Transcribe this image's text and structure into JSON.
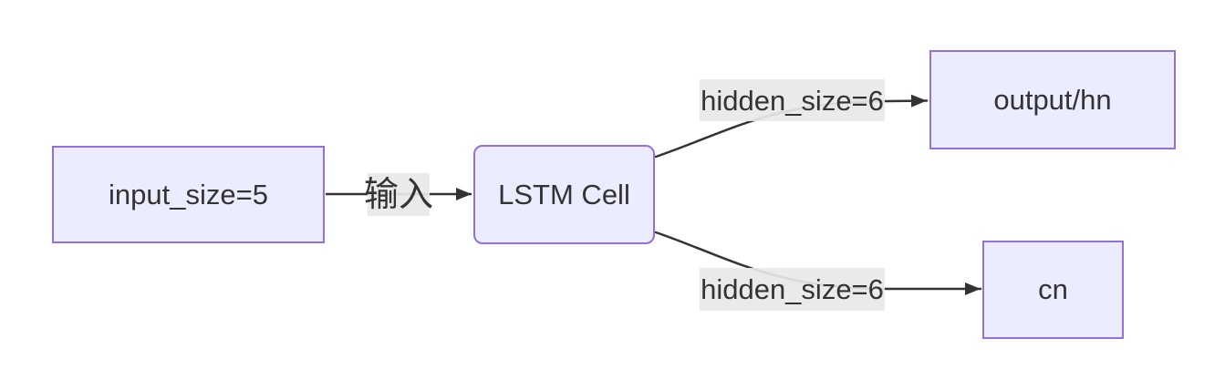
{
  "diagram": {
    "type": "flowchart",
    "direction": "left-to-right",
    "nodes": [
      {
        "id": "input",
        "label": "input_size=5",
        "shape": "rect"
      },
      {
        "id": "lstm",
        "label": "LSTM Cell",
        "shape": "rounded-rect"
      },
      {
        "id": "output",
        "label": "output/hn",
        "shape": "rect"
      },
      {
        "id": "cn",
        "label": "cn",
        "shape": "rect"
      }
    ],
    "edges": [
      {
        "from": "input",
        "to": "lstm",
        "label": "输入"
      },
      {
        "from": "lstm",
        "to": "output",
        "label": "hidden_size=6"
      },
      {
        "from": "lstm",
        "to": "cn",
        "label": "hidden_size=6"
      }
    ],
    "colors": {
      "node_fill": "#ECECFF",
      "node_border": "#9370DB",
      "edge_line": "#333333",
      "edge_label_background": "#E8E8E8",
      "text": "#333333",
      "background": "#FFFFFF"
    }
  }
}
